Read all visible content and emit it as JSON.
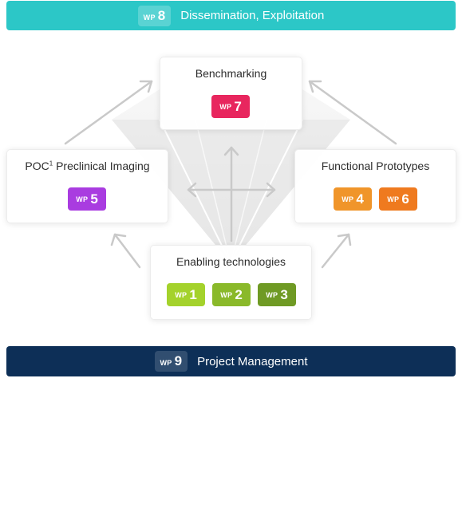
{
  "top_bar": {
    "wp_prefix": "WP",
    "wp_number": "8",
    "title": "Dissemination, Exploitation",
    "color": "#2cc7c7"
  },
  "bottom_bar": {
    "wp_prefix": "WP",
    "wp_number": "9",
    "title": "Project Management",
    "color": "#0d2f57"
  },
  "boxes": {
    "benchmarking": {
      "title": "Benchmarking",
      "packages": [
        {
          "prefix": "WP",
          "number": "7",
          "color": "#e8265e"
        }
      ]
    },
    "poc": {
      "title_main": "POC",
      "title_sup": "1",
      "title_rest": " Preclinical Imaging",
      "packages": [
        {
          "prefix": "WP",
          "number": "5",
          "color": "#a93ce0"
        }
      ]
    },
    "functional": {
      "title": "Functional Prototypes",
      "packages": [
        {
          "prefix": "WP",
          "number": "4",
          "color": "#f0952a"
        },
        {
          "prefix": "WP",
          "number": "6",
          "color": "#ef7a1f"
        }
      ]
    },
    "enabling": {
      "title": "Enabling technologies",
      "packages": [
        {
          "prefix": "WP",
          "number": "1",
          "color": "#a4d22c"
        },
        {
          "prefix": "WP",
          "number": "2",
          "color": "#8ab92a"
        },
        {
          "prefix": "WP",
          "number": "3",
          "color": "#6f9a24"
        }
      ]
    }
  }
}
